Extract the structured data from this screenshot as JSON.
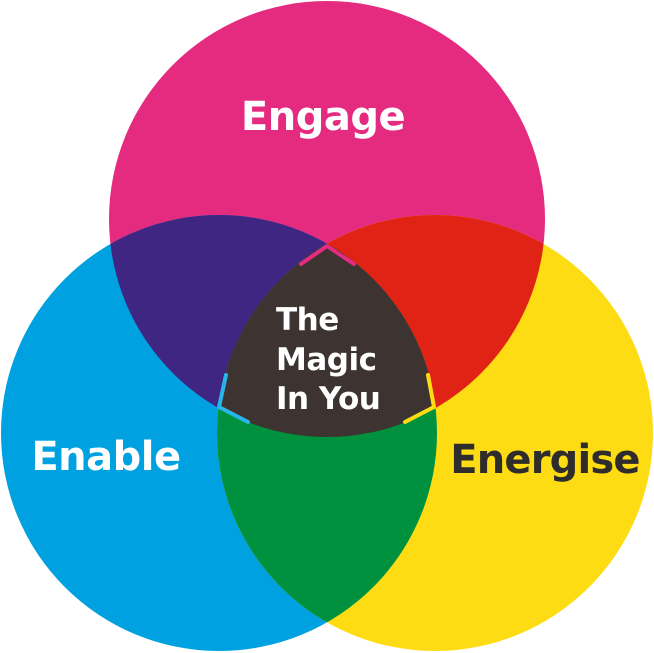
{
  "diagram": {
    "type": "venn",
    "sets": [
      {
        "id": "engage",
        "label": "Engage",
        "color": "#e52b80",
        "text_color": "#ffffff"
      },
      {
        "id": "enable",
        "label": "Enable",
        "color": "#00a1e0",
        "text_color": "#ffffff"
      },
      {
        "id": "energise",
        "label": "Energise",
        "color": "#fedc14",
        "text_color": "#2e2d2c"
      }
    ],
    "overlaps": [
      {
        "sets": [
          "engage",
          "enable"
        ],
        "color": "#3f2682"
      },
      {
        "sets": [
          "engage",
          "energise"
        ],
        "color": "#e02314"
      },
      {
        "sets": [
          "enable",
          "energise"
        ],
        "color": "#00913f"
      }
    ],
    "center": {
      "sets": [
        "engage",
        "enable",
        "energise"
      ],
      "color": "#3d3331",
      "lines": [
        "The",
        "Magic",
        "In You"
      ],
      "text_color": "#ffffff"
    },
    "accent_marks": [
      {
        "position": "top",
        "color": "#e52b80"
      },
      {
        "position": "left",
        "color": "#29b5ea"
      },
      {
        "position": "right",
        "color": "#fedc14"
      }
    ]
  }
}
